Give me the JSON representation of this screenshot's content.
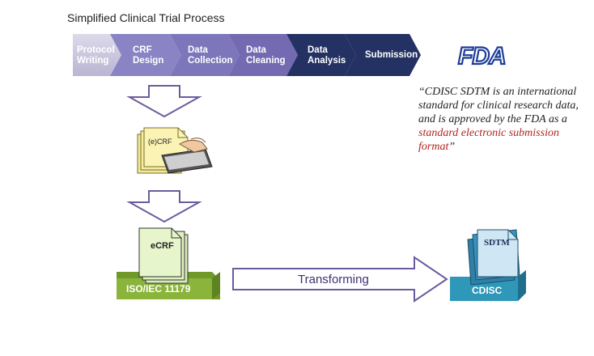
{
  "title": "Simplified Clinical Trial Process",
  "steps": [
    {
      "line1": "Protocol",
      "line2": "Writing",
      "color": "#c9c6dd"
    },
    {
      "line1": "CRF",
      "line2": "Design",
      "color": "#8a83c4"
    },
    {
      "line1": "Data",
      "line2": "Collection",
      "color": "#7d76ba"
    },
    {
      "line1": "Data",
      "line2": "Cleaning",
      "color": "#736ab2"
    },
    {
      "line1": "Data",
      "line2": "Analysis",
      "color": "#233263"
    },
    {
      "line1": "Submission",
      "line2": "",
      "color": "#233263"
    }
  ],
  "fda_logo": "FDA",
  "quote": {
    "part1": "“CDISC SDTM is an international standard for clinical research data, and is approved by the FDA as a ",
    "highlight": "standard electronic submission format",
    "part2": "”"
  },
  "ecrf_hands_label": "(e)CRF",
  "ecrf_label": "eCRF",
  "iso_label": "ISO/IEC 11179",
  "transform_label": "Transforming",
  "sdtm_label": "SDTM",
  "cdisc_label": "CDISC",
  "colors": {
    "arrow_outline": "#6b5b9e",
    "navy": "#233263",
    "green": "#8ab43a",
    "teal": "#2f97b8",
    "red": "#b22222"
  }
}
